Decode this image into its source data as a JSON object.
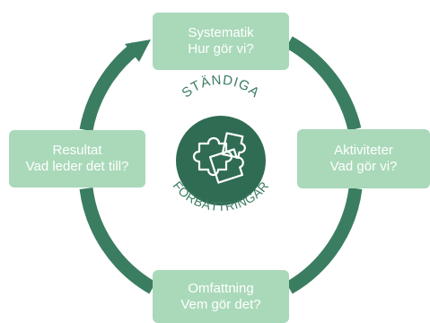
{
  "center": {
    "top_word": "STÄNDIGA",
    "bottom_word": "FÖRBÄTTRINGAR"
  },
  "steps": [
    {
      "title": "Systematik",
      "question": "Hur gör vi?"
    },
    {
      "title": "Aktiviteter",
      "question": "Vad gör vi?"
    },
    {
      "title": "Omfattning",
      "question": "Vem gör det?"
    },
    {
      "title": "Resultat",
      "question": "Vad leder det till?"
    }
  ],
  "colors": {
    "ring": "#3b7d61",
    "box_fill": "#a9d9b9",
    "box_text": "#ffffff",
    "center_fill": "#2f6c53",
    "center_text": "#3b7d61"
  },
  "icons": {
    "center": "puzzle-icon"
  }
}
